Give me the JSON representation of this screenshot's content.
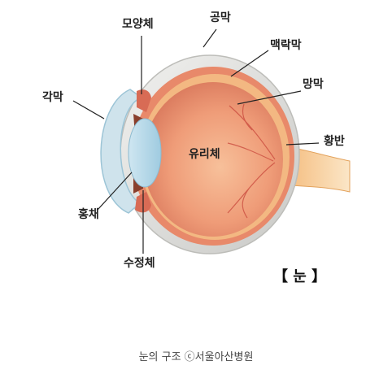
{
  "diagram": {
    "title": "【 눈 】",
    "labels": {
      "ciliary_body": "모양체",
      "sclera": "공막",
      "choroid": "맥락막",
      "cornea": "각막",
      "retina": "망막",
      "macula": "황반",
      "vitreous": "유리체",
      "iris": "홍채",
      "lens": "수정체"
    }
  },
  "caption": "눈의 구조 ⓒ서울아산병원"
}
